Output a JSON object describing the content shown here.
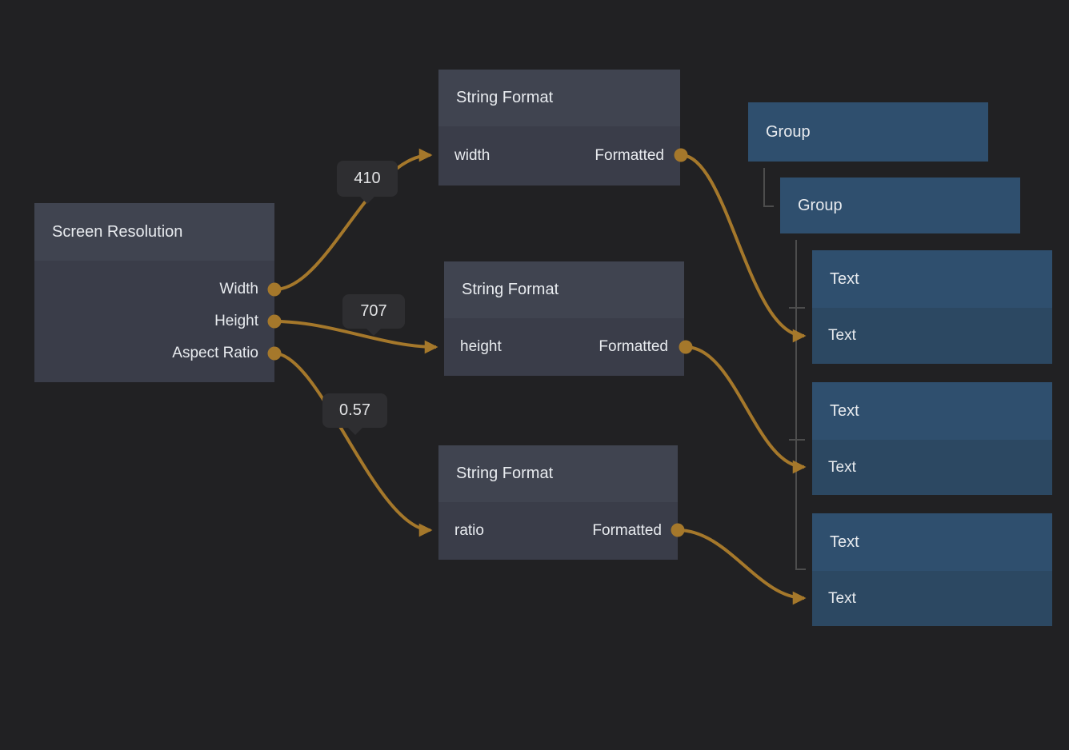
{
  "colors": {
    "canvas_background": "#212123",
    "wire_accent": "#a5782b",
    "gray_node_header": "#404450",
    "gray_node_body": "#3a3d49",
    "blue_node_header": "#2f4f6e",
    "blue_node_body": "#2c4862",
    "badge_background": "#2e2e31",
    "guide_line": "#4d4d4d"
  },
  "nodes": {
    "screen_resolution": {
      "title": "Screen Resolution",
      "outputs": [
        "Width",
        "Height",
        "Aspect Ratio"
      ]
    },
    "string_format_width": {
      "title": "String Format",
      "input": "width",
      "output": "Formatted"
    },
    "string_format_height": {
      "title": "String Format",
      "input": "height",
      "output": "Formatted"
    },
    "string_format_ratio": {
      "title": "String Format",
      "input": "ratio",
      "output": "Formatted"
    },
    "group_outer": {
      "title": "Group"
    },
    "group_inner": {
      "title": "Group"
    },
    "text_width": {
      "title": "Text",
      "input": "Text"
    },
    "text_height": {
      "title": "Text",
      "input": "Text"
    },
    "text_ratio": {
      "title": "Text",
      "input": "Text"
    }
  },
  "wire_values": {
    "width": "410",
    "height": "707",
    "ratio": "0.57"
  }
}
